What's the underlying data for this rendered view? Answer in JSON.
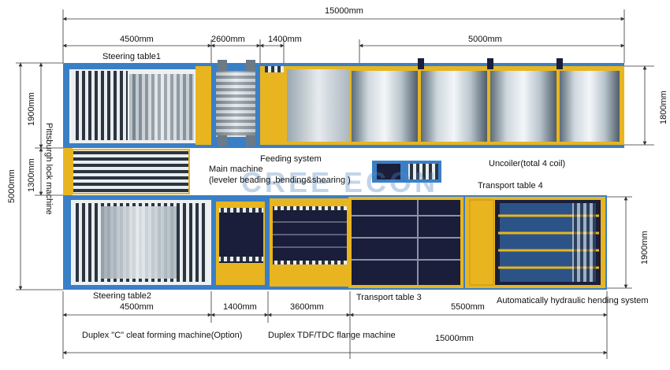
{
  "dimensions": {
    "total_top": "15000mm",
    "steering1_width": "4500mm",
    "feeding_width": "2600mm",
    "segment_1400_top": "1400mm",
    "uncoiler_width": "5000mm",
    "left_total_height": "5000mm",
    "upper_height": "1900mm",
    "middle_height": "1300mm",
    "right_upper_height": "1800mm",
    "right_lower_height": "1900mm",
    "steering2_width": "4500mm",
    "segment_1400_bottom": "1400mm",
    "flange_width": "3600mm",
    "transport_width": "5500mm",
    "total_bottom": "15000mm"
  },
  "labels": {
    "steering_table1": "Steering table1",
    "steering_table2": "Steering table2",
    "feeding_system": "Feeding system",
    "main_machine_line1": "Main machine",
    "main_machine_line2": "(leveler beading ,bending&shearing )",
    "uncoiler": "Uncoiler(total 4 coil)",
    "transport_table4": "Transport table 4",
    "transport_table3": "Transport table 3",
    "pittsburgh": "Pittsburgh lock machine",
    "hydraulic_bending": "Automatically hydraulic hending system",
    "duplex_c": "Duplex \"C\" cleat forming machine(Option)",
    "duplex_tdf": "Duplex TDF/TDC flange machine"
  },
  "colors": {
    "frame_blue": "#3a7fc6",
    "yellow": "#e8b520",
    "dark_navy": "#1a1e3a",
    "steel": "#a9b7c1",
    "watermark": "#4f86c6"
  }
}
